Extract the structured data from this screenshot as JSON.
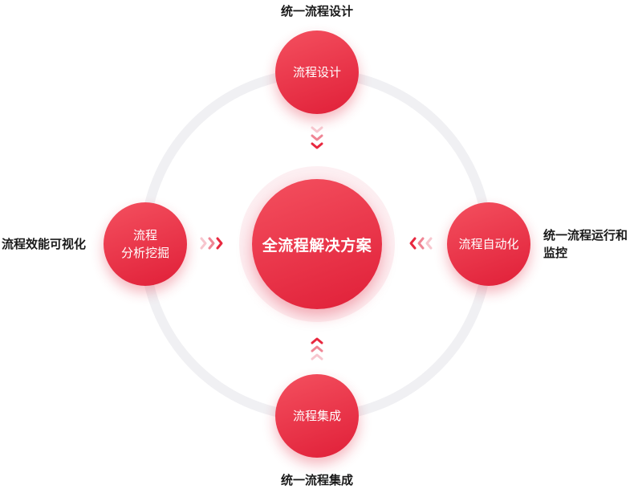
{
  "center": {
    "label": "全流程解决方案"
  },
  "nodes": {
    "top": {
      "lines": [
        "流程设计"
      ]
    },
    "left": {
      "lines": [
        "流程",
        "分析挖掘"
      ]
    },
    "right": {
      "lines": [
        "流程自动化"
      ]
    },
    "bottom": {
      "lines": [
        "流程集成"
      ]
    }
  },
  "captions": {
    "top": "统一流程设计",
    "left": "流程效能可视化",
    "right": "统一流程运行和监控",
    "bottom": "统一流程集成"
  },
  "colors": {
    "accent": "#e8283f",
    "accent_light": "#f4505f",
    "ring": "#f0f0f3",
    "halo": "#fdeff2",
    "text": "#1a1a1a"
  },
  "icons": {
    "down_arrows": "chevron-down-triple-icon",
    "up_arrows": "chevron-up-triple-icon",
    "right_arrows": "chevron-right-triple-icon",
    "left_arrows": "chevron-left-triple-icon"
  }
}
